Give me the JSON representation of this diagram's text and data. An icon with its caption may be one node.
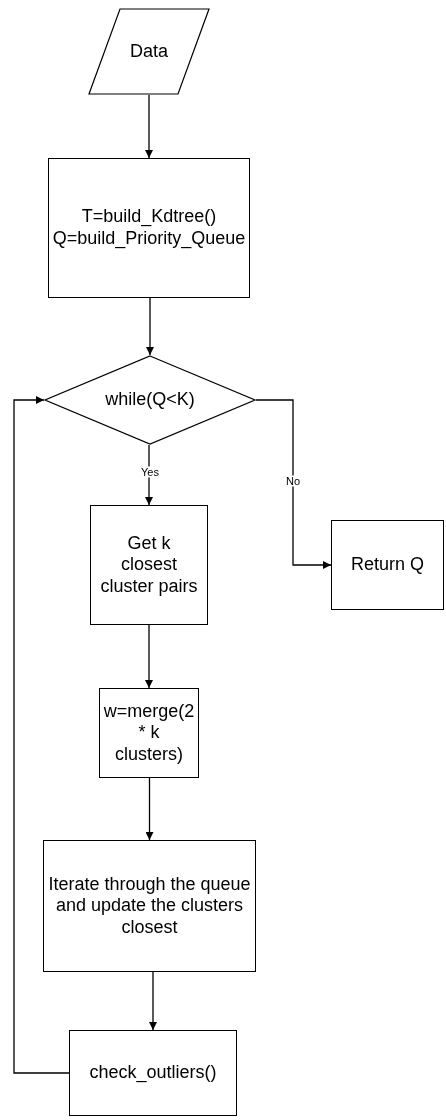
{
  "diagram": {
    "nodes": [
      {
        "text": [
          "Data"
        ]
      },
      {
        "text": [
          "T=build_Kdtree() Q=build_Priority_Queue"
        ]
      },
      {
        "text": [
          "while(Q<K)"
        ]
      },
      {
        "text": [
          "Get k closest cluster pairs"
        ]
      },
      {
        "text": [
          "Return Q"
        ]
      },
      {
        "text": [
          "w=merge(2 * k clusters)"
        ]
      },
      {
        "text": [
          "Iterate through the queue and update the clusters closest"
        ]
      },
      {
        "text": [
          "check_outliers()"
        ]
      }
    ],
    "edges": [
      {
        "from": 0,
        "to": 1,
        "arrow": "to"
      },
      {
        "from": 1,
        "to": 2,
        "arrow": "to"
      },
      {
        "from": 2,
        "to": 3,
        "arrow": "to",
        "label": "Yes"
      },
      {
        "from": 2,
        "to": 4,
        "arrow": "to",
        "label": "No"
      },
      {
        "from": 3,
        "to": 5,
        "arrow": "to"
      },
      {
        "from": 5,
        "to": 6,
        "arrow": "to"
      },
      {
        "from": 6,
        "to": 7,
        "arrow": "to"
      },
      {
        "from": 7,
        "to": 2,
        "arrow": "to"
      }
    ]
  }
}
